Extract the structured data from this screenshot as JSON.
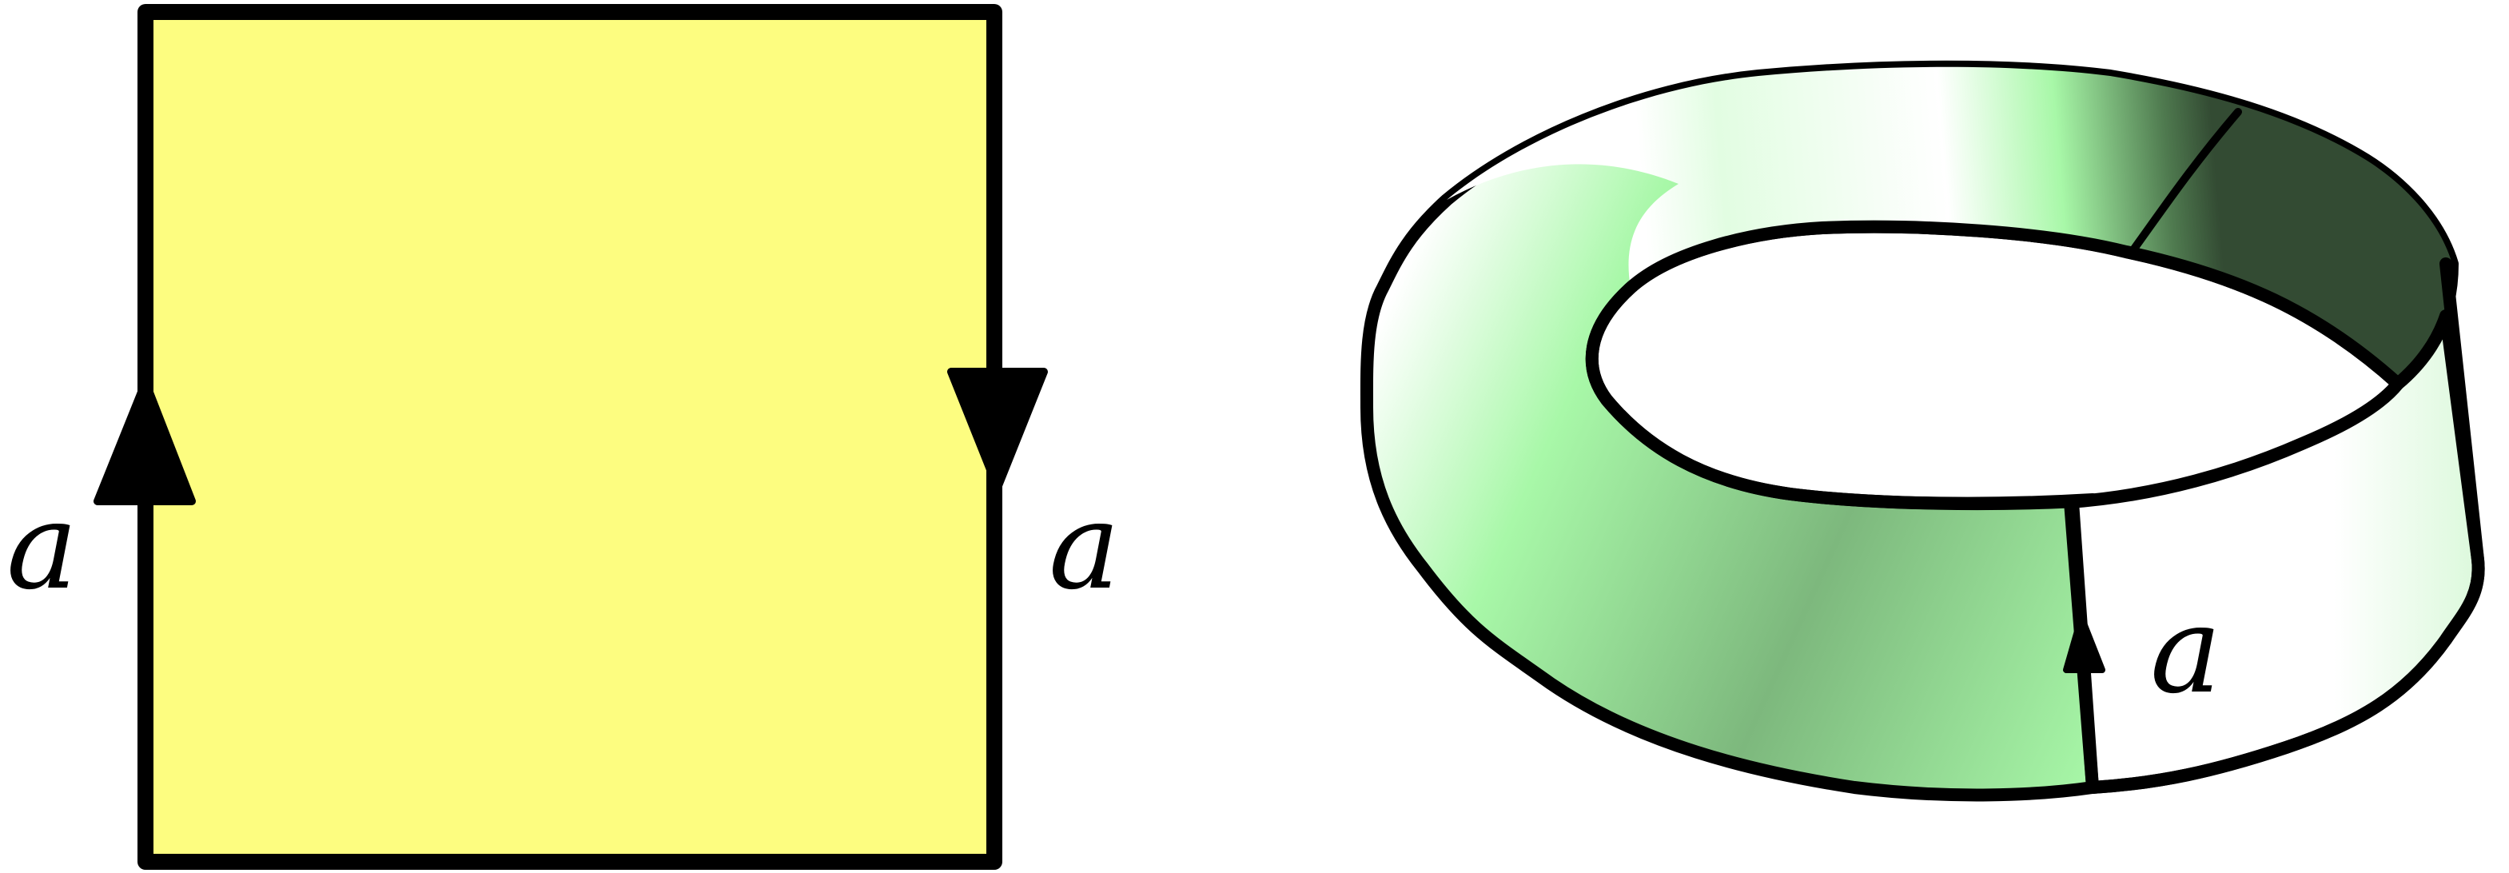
{
  "square": {
    "fill": "#fdfd80",
    "left_edge": {
      "label": "a",
      "arrow": "up"
    },
    "right_edge": {
      "label": "a",
      "arrow": "down"
    }
  },
  "mobius_band": {
    "seam": {
      "label": "a",
      "arrow": "up"
    },
    "colors": {
      "light": "#ffffff",
      "mid": "#a8f8a8",
      "dark": "#7db87d",
      "shadow": "#334b33",
      "outline": "#000000"
    }
  }
}
